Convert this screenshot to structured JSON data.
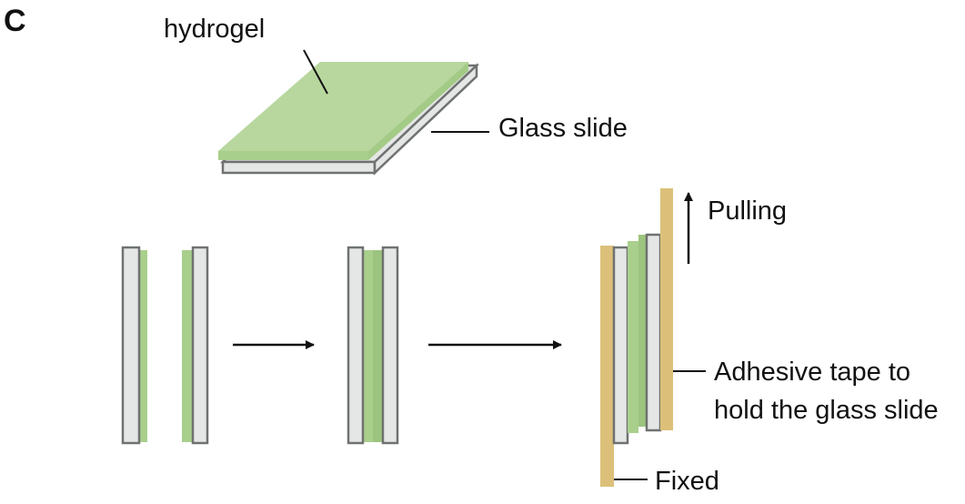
{
  "panel_label": "C",
  "labels": {
    "hydrogel": "hydrogel",
    "glass_slide": "Glass slide",
    "pulling": "Pulling",
    "adhesive_line1": "Adhesive tape to",
    "adhesive_line2": "hold the glass slide",
    "fixed": "Fixed"
  },
  "colors": {
    "hydrogel": "#a9cf8c",
    "hydrogel_light": "#bad8a1",
    "glass": "#e5e7e6",
    "glass_edge": "#6f7271",
    "tape": "#dcc079",
    "arrow": "#111111"
  }
}
